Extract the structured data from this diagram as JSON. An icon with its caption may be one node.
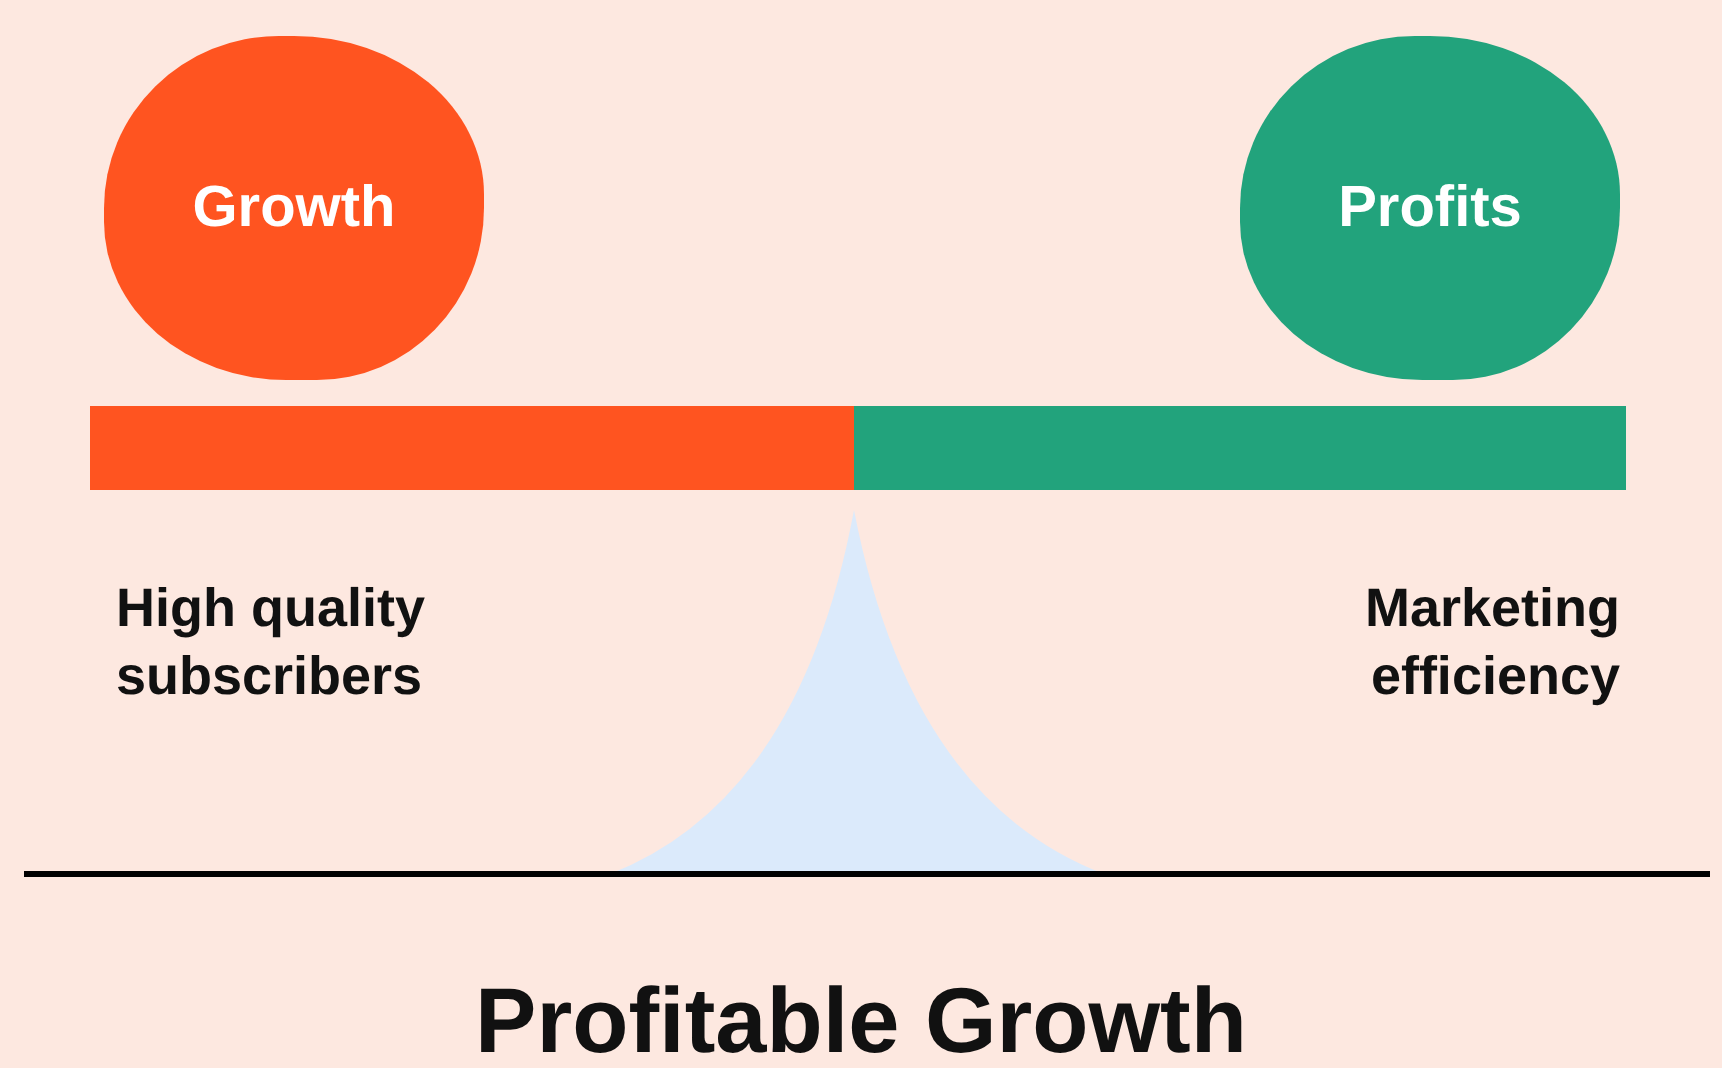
{
  "diagram": {
    "caption": "Profitable Growth",
    "nodes": [
      {
        "text": [
          "Growth"
        ]
      },
      {
        "text": [
          "Profits"
        ]
      }
    ],
    "labels": [
      "High quality subscribers",
      "Marketing efficiency"
    ]
  }
}
